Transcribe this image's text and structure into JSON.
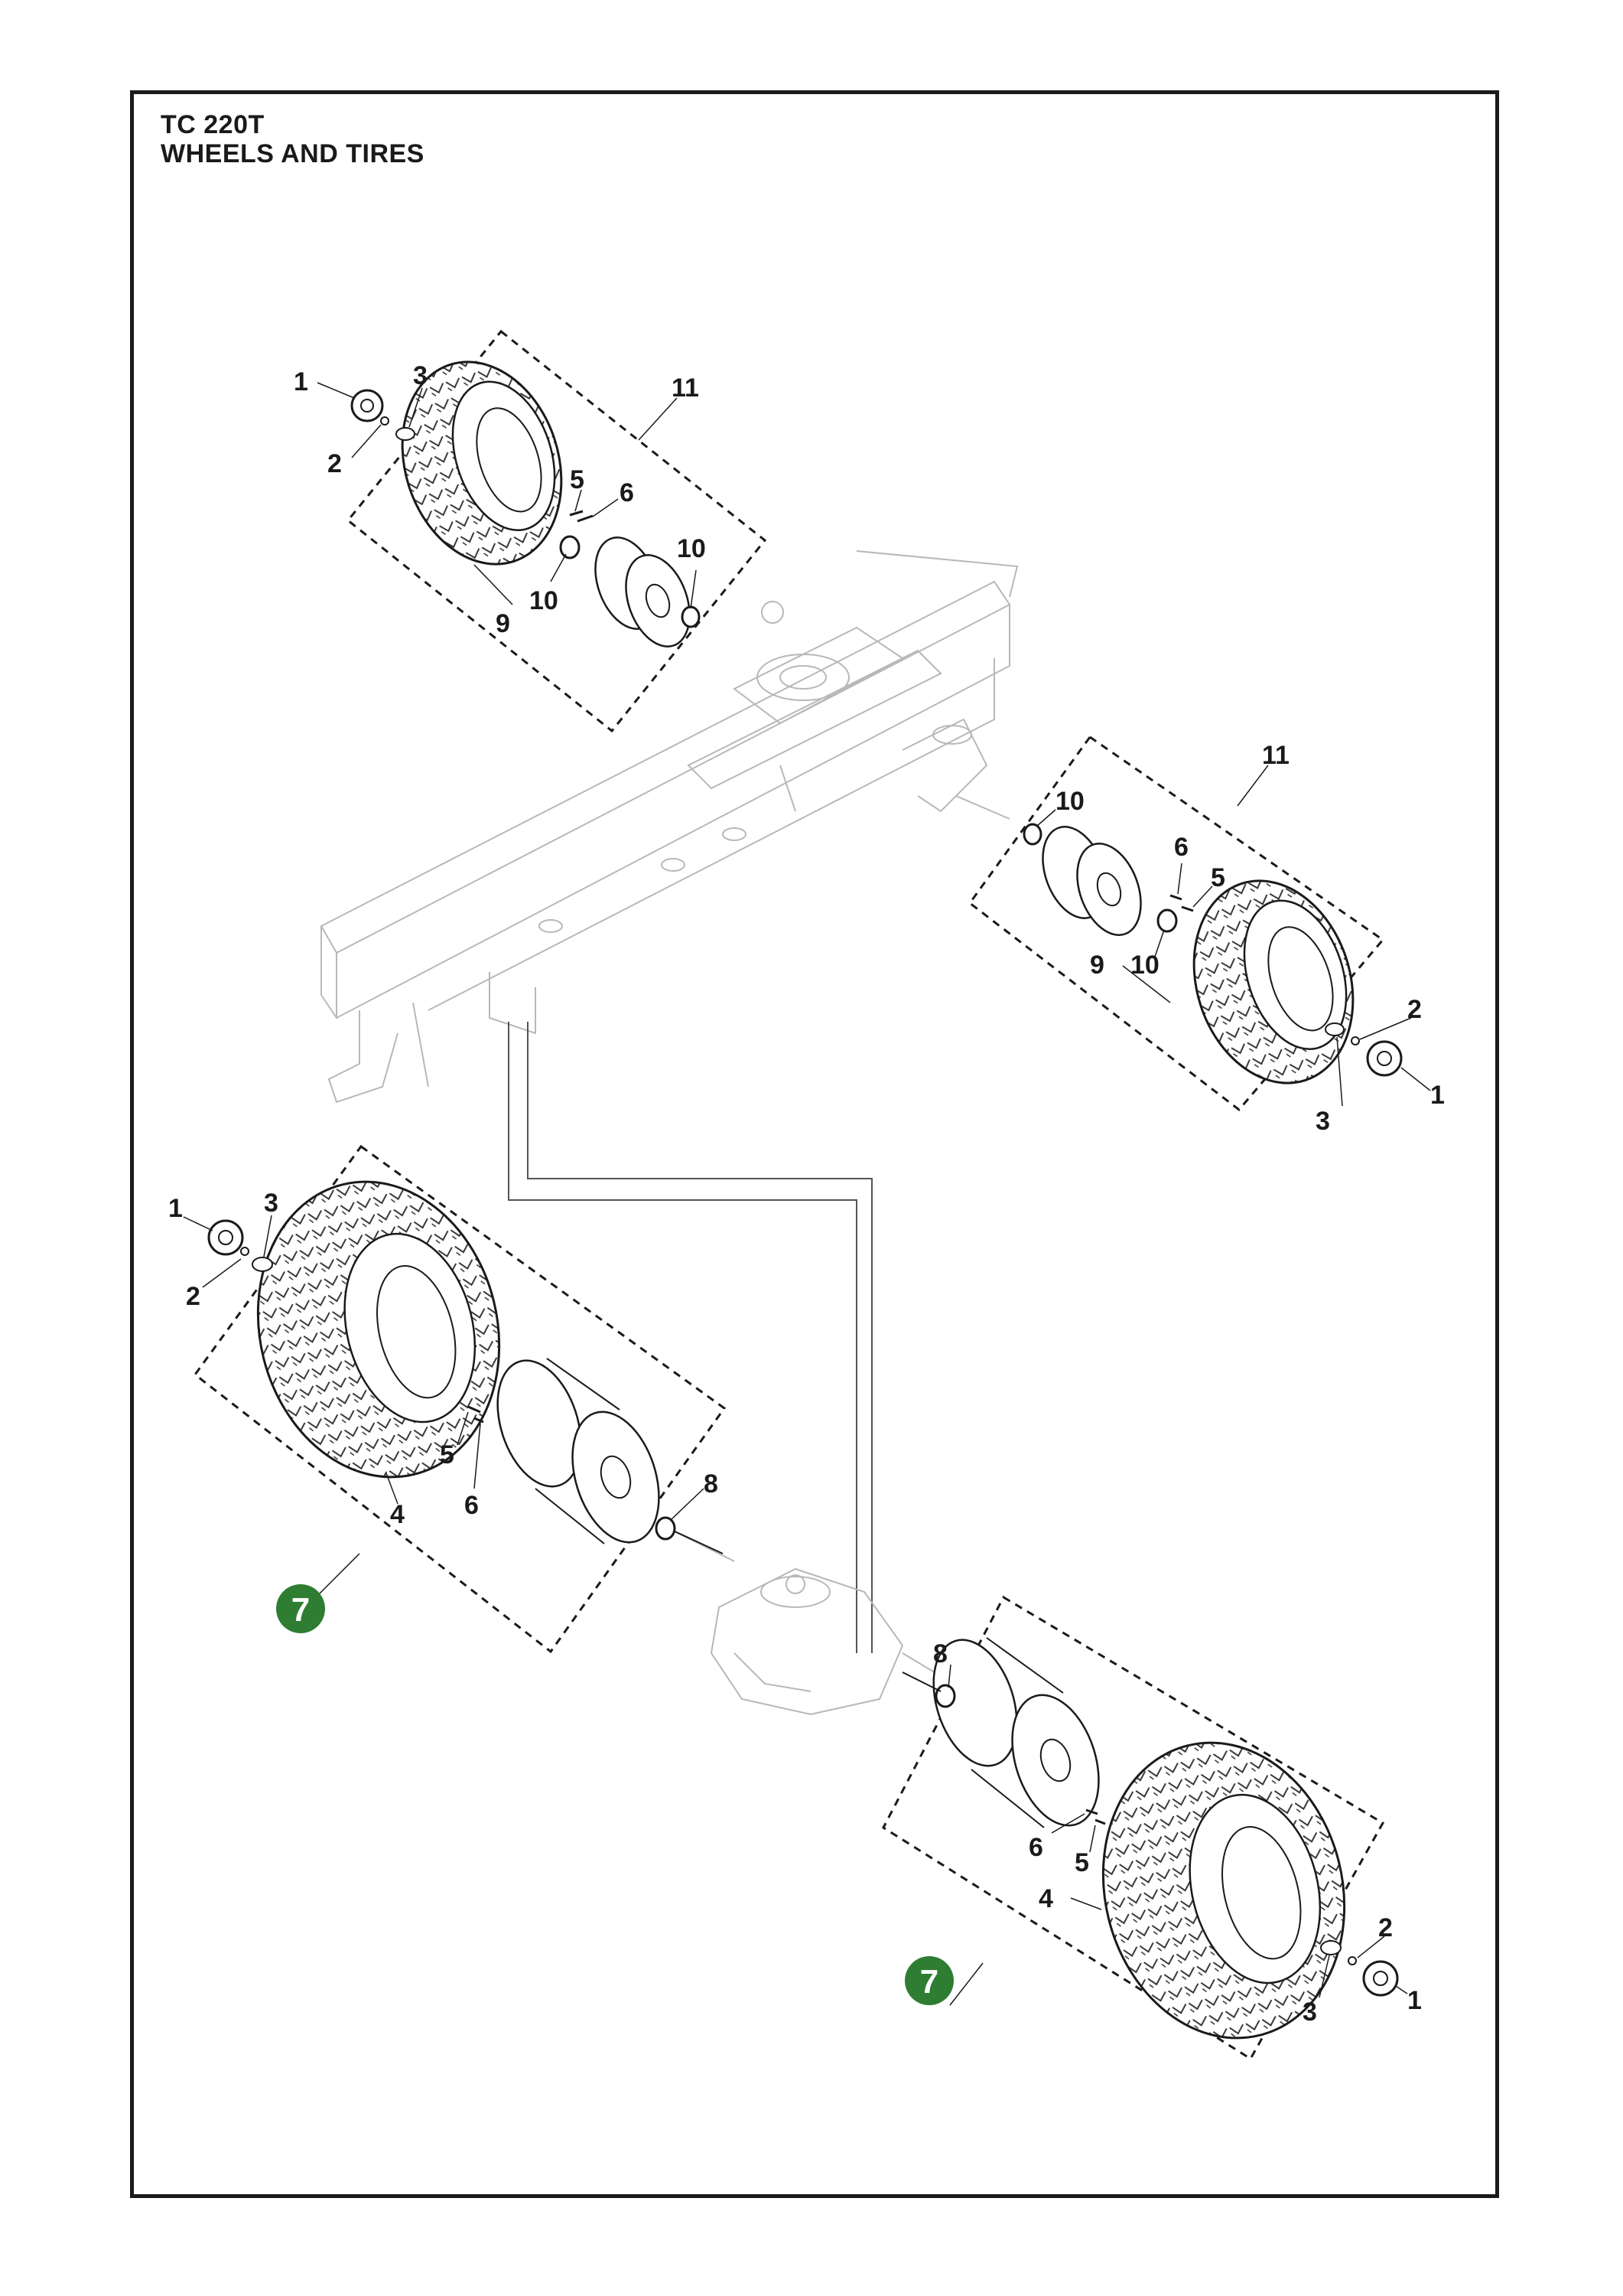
{
  "header": {
    "model": "TC 220T",
    "section": "WHEELS AND TIRES"
  },
  "colors": {
    "line": "#1a1a1a",
    "frame_ghost": "#b8b8b8",
    "kit_badge": "#2e7d32"
  },
  "callouts": {
    "front_left": {
      "hubcap": "1",
      "clip": "2",
      "washer": "3",
      "valve_screw": "5",
      "valve": "6",
      "tire": "9",
      "bearing_inner": "10",
      "bearing_outer": "10",
      "assembly": "11"
    },
    "front_right": {
      "hubcap": "1",
      "clip": "2",
      "washer": "3",
      "valve_screw": "5",
      "valve": "6",
      "tire": "9",
      "bearing_inner": "10",
      "bearing_outer": "10",
      "assembly": "11"
    },
    "rear_left": {
      "hubcap": "1",
      "clip": "2",
      "washer": "3",
      "tire": "4",
      "valve_screw": "5",
      "valve": "6",
      "spacer": "8",
      "kit": "7"
    },
    "rear_right": {
      "hubcap": "1",
      "clip": "2",
      "washer": "3",
      "tire": "4",
      "valve_screw": "5",
      "valve": "6",
      "spacer": "8",
      "kit": "7"
    }
  }
}
